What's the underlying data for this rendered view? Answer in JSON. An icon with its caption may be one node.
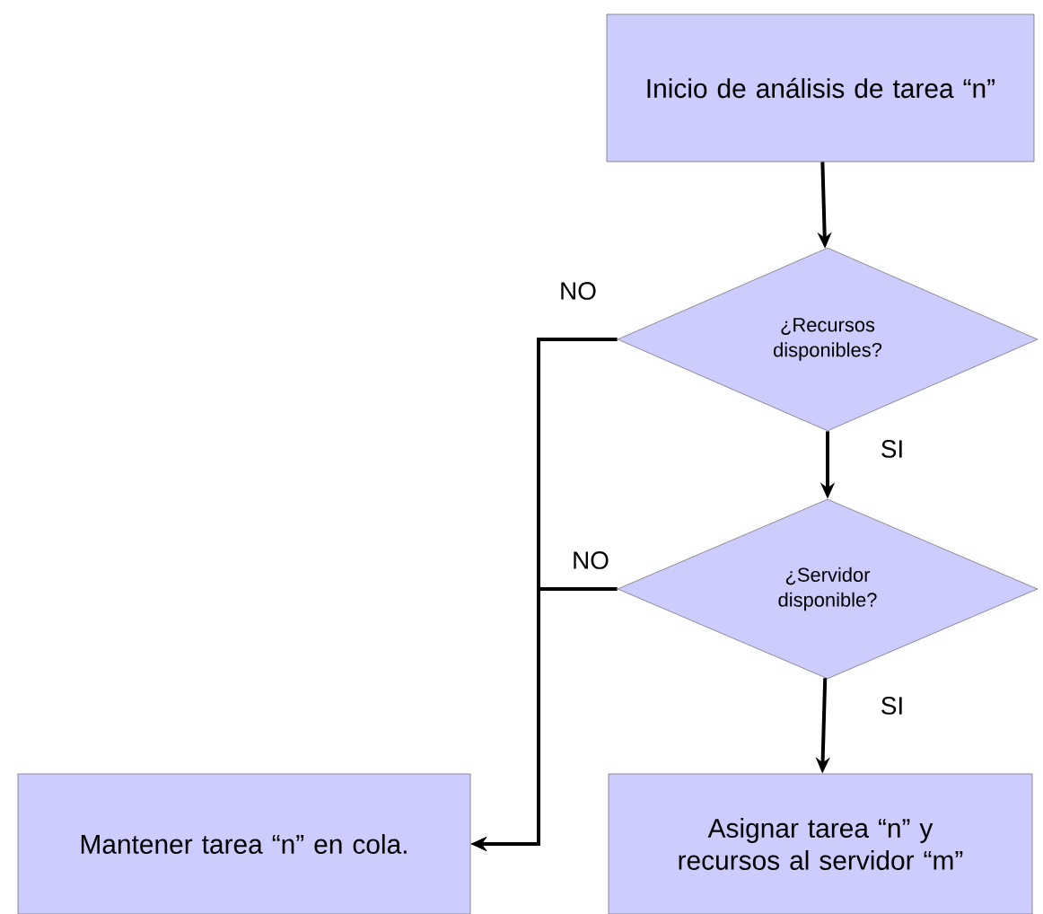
{
  "diagram": {
    "nodes": [
      {
        "text": [
          "Inicio de análisis de tarea “n”"
        ]
      },
      {
        "text": [
          "¿Recursos disponibles?"
        ]
      },
      {
        "text": [
          "¿Servidor disponible?"
        ]
      },
      {
        "text": [
          "Mantener tarea “n” en cola."
        ]
      },
      {
        "text": [
          "Asignar tarea “n” y recursos al servidor “m”"
        ]
      }
    ],
    "edges": [
      {
        "from": 0,
        "to": 1,
        "arrow": "to"
      },
      {
        "from": 1,
        "to": 2,
        "arrow": "to",
        "label": "SI"
      },
      {
        "from": 2,
        "to": 4,
        "arrow": "to",
        "label": "SI"
      },
      {
        "from": 1,
        "to": 3,
        "arrow": "to",
        "label": "NO"
      },
      {
        "from": 2,
        "to": 3,
        "arrow": "to",
        "label": "NO"
      }
    ]
  }
}
